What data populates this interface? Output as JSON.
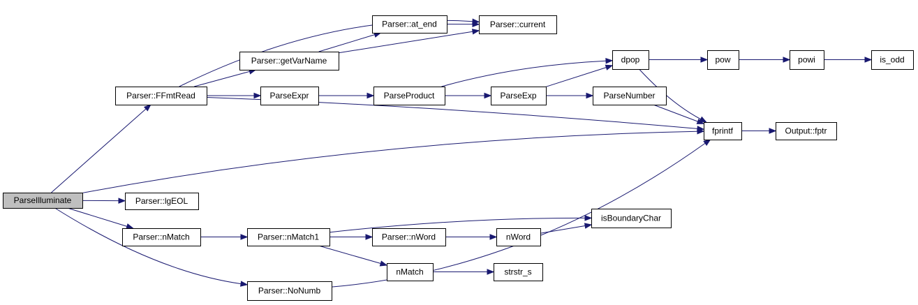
{
  "nodes": {
    "ParseIlluminate": "ParseIlluminate",
    "FFmtRead": "Parser::FFmtRead",
    "lgEOL": "Parser::lgEOL",
    "nMatch_parser": "Parser::nMatch",
    "NoNumb": "Parser::NoNumb",
    "getVarName": "Parser::getVarName",
    "at_end": "Parser::at_end",
    "current": "Parser::current",
    "ParseExpr": "ParseExpr",
    "ParseProduct": "ParseProduct",
    "ParseExp": "ParseExp",
    "ParseNumber": "ParseNumber",
    "dpop": "dpop",
    "pow": "pow",
    "powi": "powi",
    "is_odd": "is_odd",
    "fprintf": "fprintf",
    "fptr": "Output::fptr",
    "nMatch1": "Parser::nMatch1",
    "nWord_parser": "Parser::nWord",
    "nWord": "nWord",
    "isBoundaryChar": "isBoundaryChar",
    "nMatch": "nMatch",
    "strstr_s": "strstr_s"
  },
  "edges": [
    [
      "ParseIlluminate",
      "FFmtRead"
    ],
    [
      "ParseIlluminate",
      "fprintf"
    ],
    [
      "ParseIlluminate",
      "lgEOL"
    ],
    [
      "ParseIlluminate",
      "nMatch_parser"
    ],
    [
      "ParseIlluminate",
      "NoNumb"
    ],
    [
      "FFmtRead",
      "current"
    ],
    [
      "FFmtRead",
      "getVarName"
    ],
    [
      "FFmtRead",
      "ParseExpr"
    ],
    [
      "FFmtRead",
      "fprintf"
    ],
    [
      "getVarName",
      "at_end"
    ],
    [
      "getVarName",
      "current"
    ],
    [
      "at_end",
      "current"
    ],
    [
      "ParseExpr",
      "ParseProduct"
    ],
    [
      "ParseProduct",
      "dpop"
    ],
    [
      "ParseProduct",
      "ParseExp"
    ],
    [
      "ParseExp",
      "dpop"
    ],
    [
      "ParseExp",
      "ParseNumber"
    ],
    [
      "dpop",
      "pow"
    ],
    [
      "dpop",
      "fprintf"
    ],
    [
      "pow",
      "powi"
    ],
    [
      "powi",
      "is_odd"
    ],
    [
      "ParseNumber",
      "fprintf"
    ],
    [
      "fprintf",
      "fptr"
    ],
    [
      "nMatch_parser",
      "nMatch1"
    ],
    [
      "nMatch1",
      "isBoundaryChar"
    ],
    [
      "nMatch1",
      "nWord_parser"
    ],
    [
      "nMatch1",
      "nMatch"
    ],
    [
      "nWord_parser",
      "nWord"
    ],
    [
      "nWord",
      "isBoundaryChar"
    ],
    [
      "nMatch",
      "strstr_s"
    ],
    [
      "NoNumb",
      "fprintf"
    ]
  ],
  "colors": {
    "edge": "#191970",
    "root_fill": "#bfbfbf",
    "node_fill": "#ffffff",
    "node_border": "#000000"
  }
}
